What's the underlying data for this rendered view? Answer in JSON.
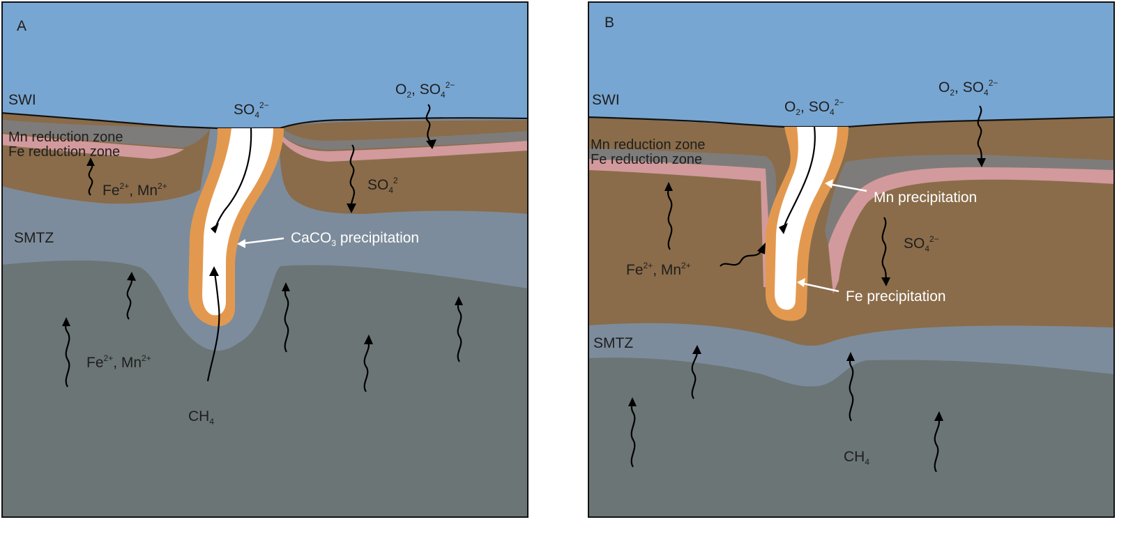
{
  "panel_a": {
    "letter": "A",
    "swi": "SWI",
    "so4_center": "SO",
    "o2_so4_right_pre": "O",
    "o2_so4_right_mid": ", SO",
    "mn_zone": "Mn reduction zone",
    "fe_zone": "Fe reduction zone",
    "fe_mn_upper_pre": "Fe",
    "fe_mn_upper_mid": ", Mn",
    "so4_right": "SO",
    "smtz": "SMTZ",
    "caco3_pre": "CaCO",
    "caco3_post": " precipitation",
    "fe_mn_lower_pre": "Fe",
    "fe_mn_lower_mid": ", Mn",
    "ch4": "CH",
    "sub_2": "2",
    "sub_4": "4",
    "sub_3": "3",
    "sup_2minus": "2−",
    "sup_2plus": "2+",
    "sup_2": "2"
  },
  "panel_b": {
    "letter": "B",
    "swi": "SWI",
    "o2_so4_center_pre": "O",
    "o2_so4_center_mid": ", SO",
    "o2_so4_right_pre": "O",
    "o2_so4_right_mid": ", SO",
    "mn_zone": "Mn reduction zone",
    "fe_zone": "Fe reduction zone",
    "mn_precip": "Mn precipitation",
    "so4_right": "SO",
    "fe_mn_pre": "Fe",
    "fe_mn_mid": ", Mn",
    "fe_precip": "Fe precipitation",
    "smtz": "SMTZ",
    "ch4": "CH",
    "sub_2": "2",
    "sub_4": "4",
    "sup_2minus": "2−",
    "sup_2plus": "2+"
  },
  "colors": {
    "seawater": "#78a6d2",
    "sediment": "#8a6c4a",
    "mn_zone": "#7e7c7a",
    "fe_zone": "#d29a9c",
    "smtz": "#7d8c9c",
    "deep": "#6b7575",
    "carbonate_rim": "#e2994f",
    "conduit": "#ffffff"
  }
}
